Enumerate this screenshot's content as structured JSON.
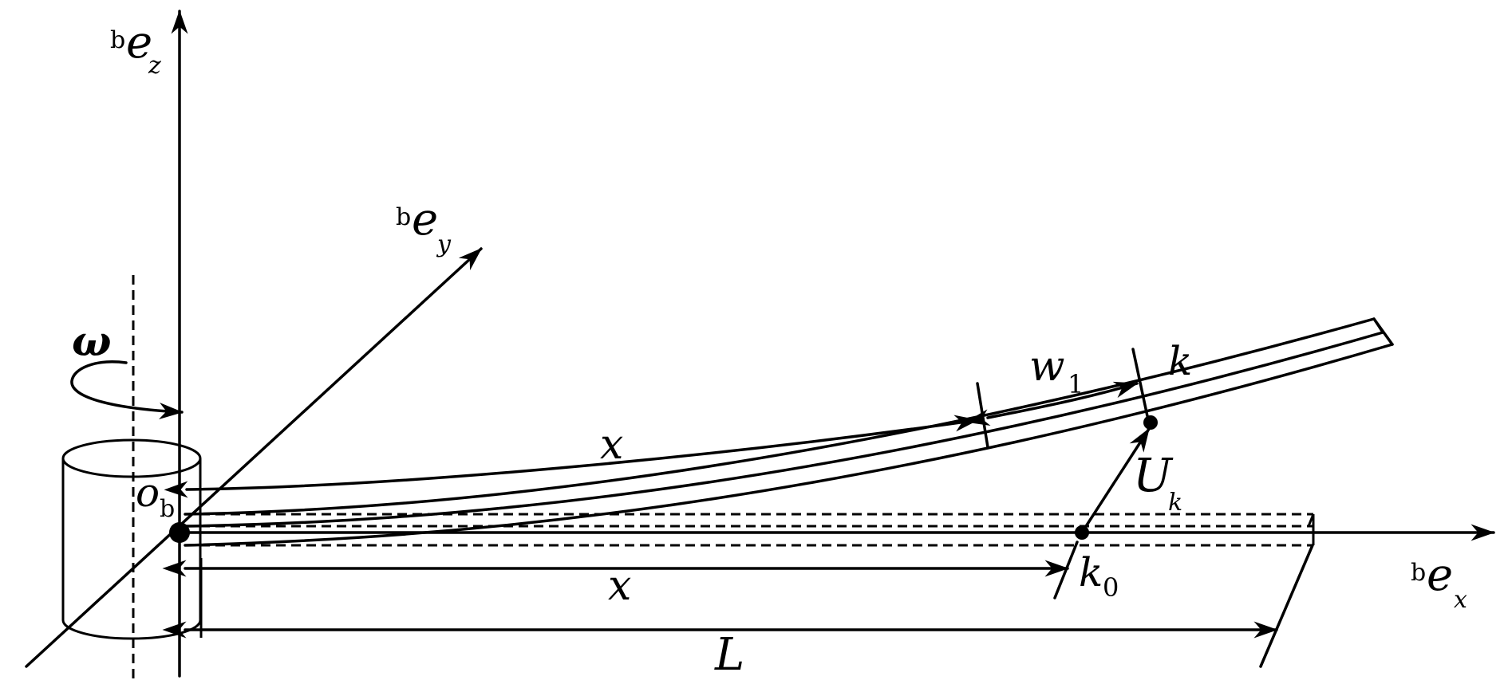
{
  "labels": {
    "ez_super": "b",
    "ez_main": "e",
    "ez_sub": "z",
    "ey_super": "b",
    "ey_main": "e",
    "ey_sub": "y",
    "ex_super": "b",
    "ex_main": "e",
    "ex_sub": "x",
    "omega": "ω",
    "origin_main": "o",
    "origin_sub": "b",
    "x_deformed": "x",
    "x_undeformed": "x",
    "length": "L",
    "w_main": "w",
    "w_sub": "1",
    "k_point": "k",
    "k0_main": "k",
    "k0_sub": "0",
    "u_main": "U",
    "u_sub": "k"
  }
}
